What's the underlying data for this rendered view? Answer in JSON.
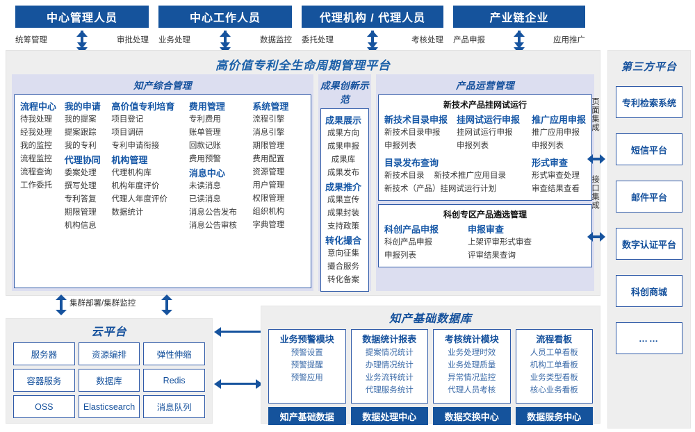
{
  "roles": [
    {
      "title": "中心管理人员",
      "left": "统筹管理",
      "right": "审批处理"
    },
    {
      "title": "中心工作人员",
      "left": "业务处理",
      "right": "数据监控"
    },
    {
      "title": "代理机构 / 代理人员",
      "left": "委托处理",
      "right": "考核处理"
    },
    {
      "title": "产业链企业",
      "left": "产品申报",
      "right": "应用推广"
    }
  ],
  "platform": {
    "title": "高价值专利全生命周期管理平台",
    "sections": [
      {
        "title": "知产综合管理",
        "columns": [
          {
            "groups": [
              {
                "head": "流程中心",
                "leaves": [
                  "待我处理",
                  "经我处理",
                  "我的监控",
                  "流程监控",
                  "流程查询",
                  "工作委托"
                ]
              }
            ]
          },
          {
            "groups": [
              {
                "head": "我的申请",
                "leaves": [
                  "我的提案",
                  "提案跟踪",
                  "我的专利"
                ]
              },
              {
                "head": "代理协同",
                "leaves": [
                  "委案处理",
                  "撰写处理",
                  "专利答复",
                  "期限管理",
                  "机构信息"
                ]
              }
            ]
          },
          {
            "groups": [
              {
                "head": "高价值专利培育",
                "leaves": [
                  "项目登记",
                  "项目调研",
                  "专利申请衔接"
                ]
              },
              {
                "head": "机构管理",
                "leaves": [
                  "代理机构库",
                  "机构年度评价",
                  "代理人年度评价",
                  "数据统计"
                ]
              }
            ]
          },
          {
            "groups": [
              {
                "head": "费用管理",
                "leaves": [
                  "专利费用",
                  "账单管理",
                  "回款记账",
                  "费用预警"
                ]
              },
              {
                "head": "消息中心",
                "leaves": [
                  "未读消息",
                  "已读消息",
                  "消息公告发布",
                  "消息公告审核"
                ]
              }
            ]
          },
          {
            "groups": [
              {
                "head": "系统管理",
                "leaves": [
                  "流程引擎",
                  "消息引擎",
                  "期限管理",
                  "费用配置",
                  "资源管理",
                  "用户管理",
                  "权限管理",
                  "组织机构",
                  "字典管理"
                ]
              }
            ]
          }
        ]
      },
      {
        "title": "成果创新示范",
        "columns": [
          {
            "groups": [
              {
                "head": "成果展示",
                "leaves": [
                  "成果方向",
                  "成果申报",
                  "成果库",
                  "成果发布"
                ]
              },
              {
                "head": "成果推介",
                "leaves": [
                  "成果宣传",
                  "成果封装",
                  "支持政策"
                ]
              },
              {
                "head": "转化撮合",
                "leaves": [
                  "意向征集",
                  "撮合服务",
                  "转化备案"
                ]
              }
            ]
          }
        ]
      }
    ],
    "operations": {
      "title": "产品运营管理",
      "boxes": [
        {
          "title": "新技术产品挂网试运行",
          "row1": [
            {
              "head": "新技术目录申报",
              "leaves": [
                "新技术目录申报",
                "申报列表"
              ]
            },
            {
              "head": "挂网试运行申报",
              "leaves": [
                "挂网试运行申报",
                "申报列表"
              ]
            },
            {
              "head": "推广应用申报",
              "leaves": [
                "推广应用申报",
                "申报列表"
              ]
            }
          ],
          "row2": [
            {
              "head": "目录发布查询",
              "leaves_inline": [
                "新技术目录",
                "新技术推广应用目录"
              ],
              "leaves": [
                "新技术（产品）挂网试运行计划"
              ]
            },
            {
              "head": "形式审查",
              "leaves": [
                "形式审查处理",
                "审查结果查看"
              ]
            }
          ]
        },
        {
          "title": "科创专区产品遴选管理",
          "row1": [
            {
              "head": "科创产品申报",
              "leaves": [
                "科创产品申报",
                "申报列表"
              ]
            },
            {
              "head": "申报审查",
              "leaves": [
                "上架评审形式审查",
                "评审结果查询"
              ]
            }
          ]
        }
      ]
    }
  },
  "rail": {
    "label_top": "页面集成",
    "label_bottom": "接口集成"
  },
  "third_party": {
    "title": "第三方平台",
    "items": [
      "专利检索系统",
      "短信平台",
      "邮件平台",
      "数字认证平台",
      "科创商城",
      "……"
    ]
  },
  "cluster": {
    "label": "集群部署/集群监控"
  },
  "cloud": {
    "title": "云平台",
    "cells": [
      "服务器",
      "资源编排",
      "弹性伸缩",
      "容器服务",
      "数据库",
      "Redis",
      "OSS",
      "Elasticsearch",
      "消息队列"
    ]
  },
  "knowledge_db": {
    "title": "知产基础数据库",
    "columns": [
      {
        "head": "业务预警模块",
        "leaves": [
          "预警设置",
          "预警提醒",
          "预警应用"
        ],
        "foot": "知产基础数据"
      },
      {
        "head": "数据统计报表",
        "leaves": [
          "提案情况统计",
          "办理情况统计",
          "业务流转统计",
          "代理服务统计"
        ],
        "foot": "数据处理中心"
      },
      {
        "head": "考核统计模块",
        "leaves": [
          "业务处理时效",
          "业务处理质量",
          "异常情况监控",
          "代理人员考核"
        ],
        "foot": "数据交换中心"
      },
      {
        "head": "流程看板",
        "leaves": [
          "人员工单看板",
          "机构工单看板",
          "业务类型看板",
          "核心业务看板"
        ],
        "foot": "数据服务中心"
      }
    ]
  },
  "colors": {
    "brand_blue": "#15539c",
    "band_lavender": "#dcdef0",
    "panel_gray": "#eeeeee",
    "border_blue": "#2f5aa8"
  }
}
